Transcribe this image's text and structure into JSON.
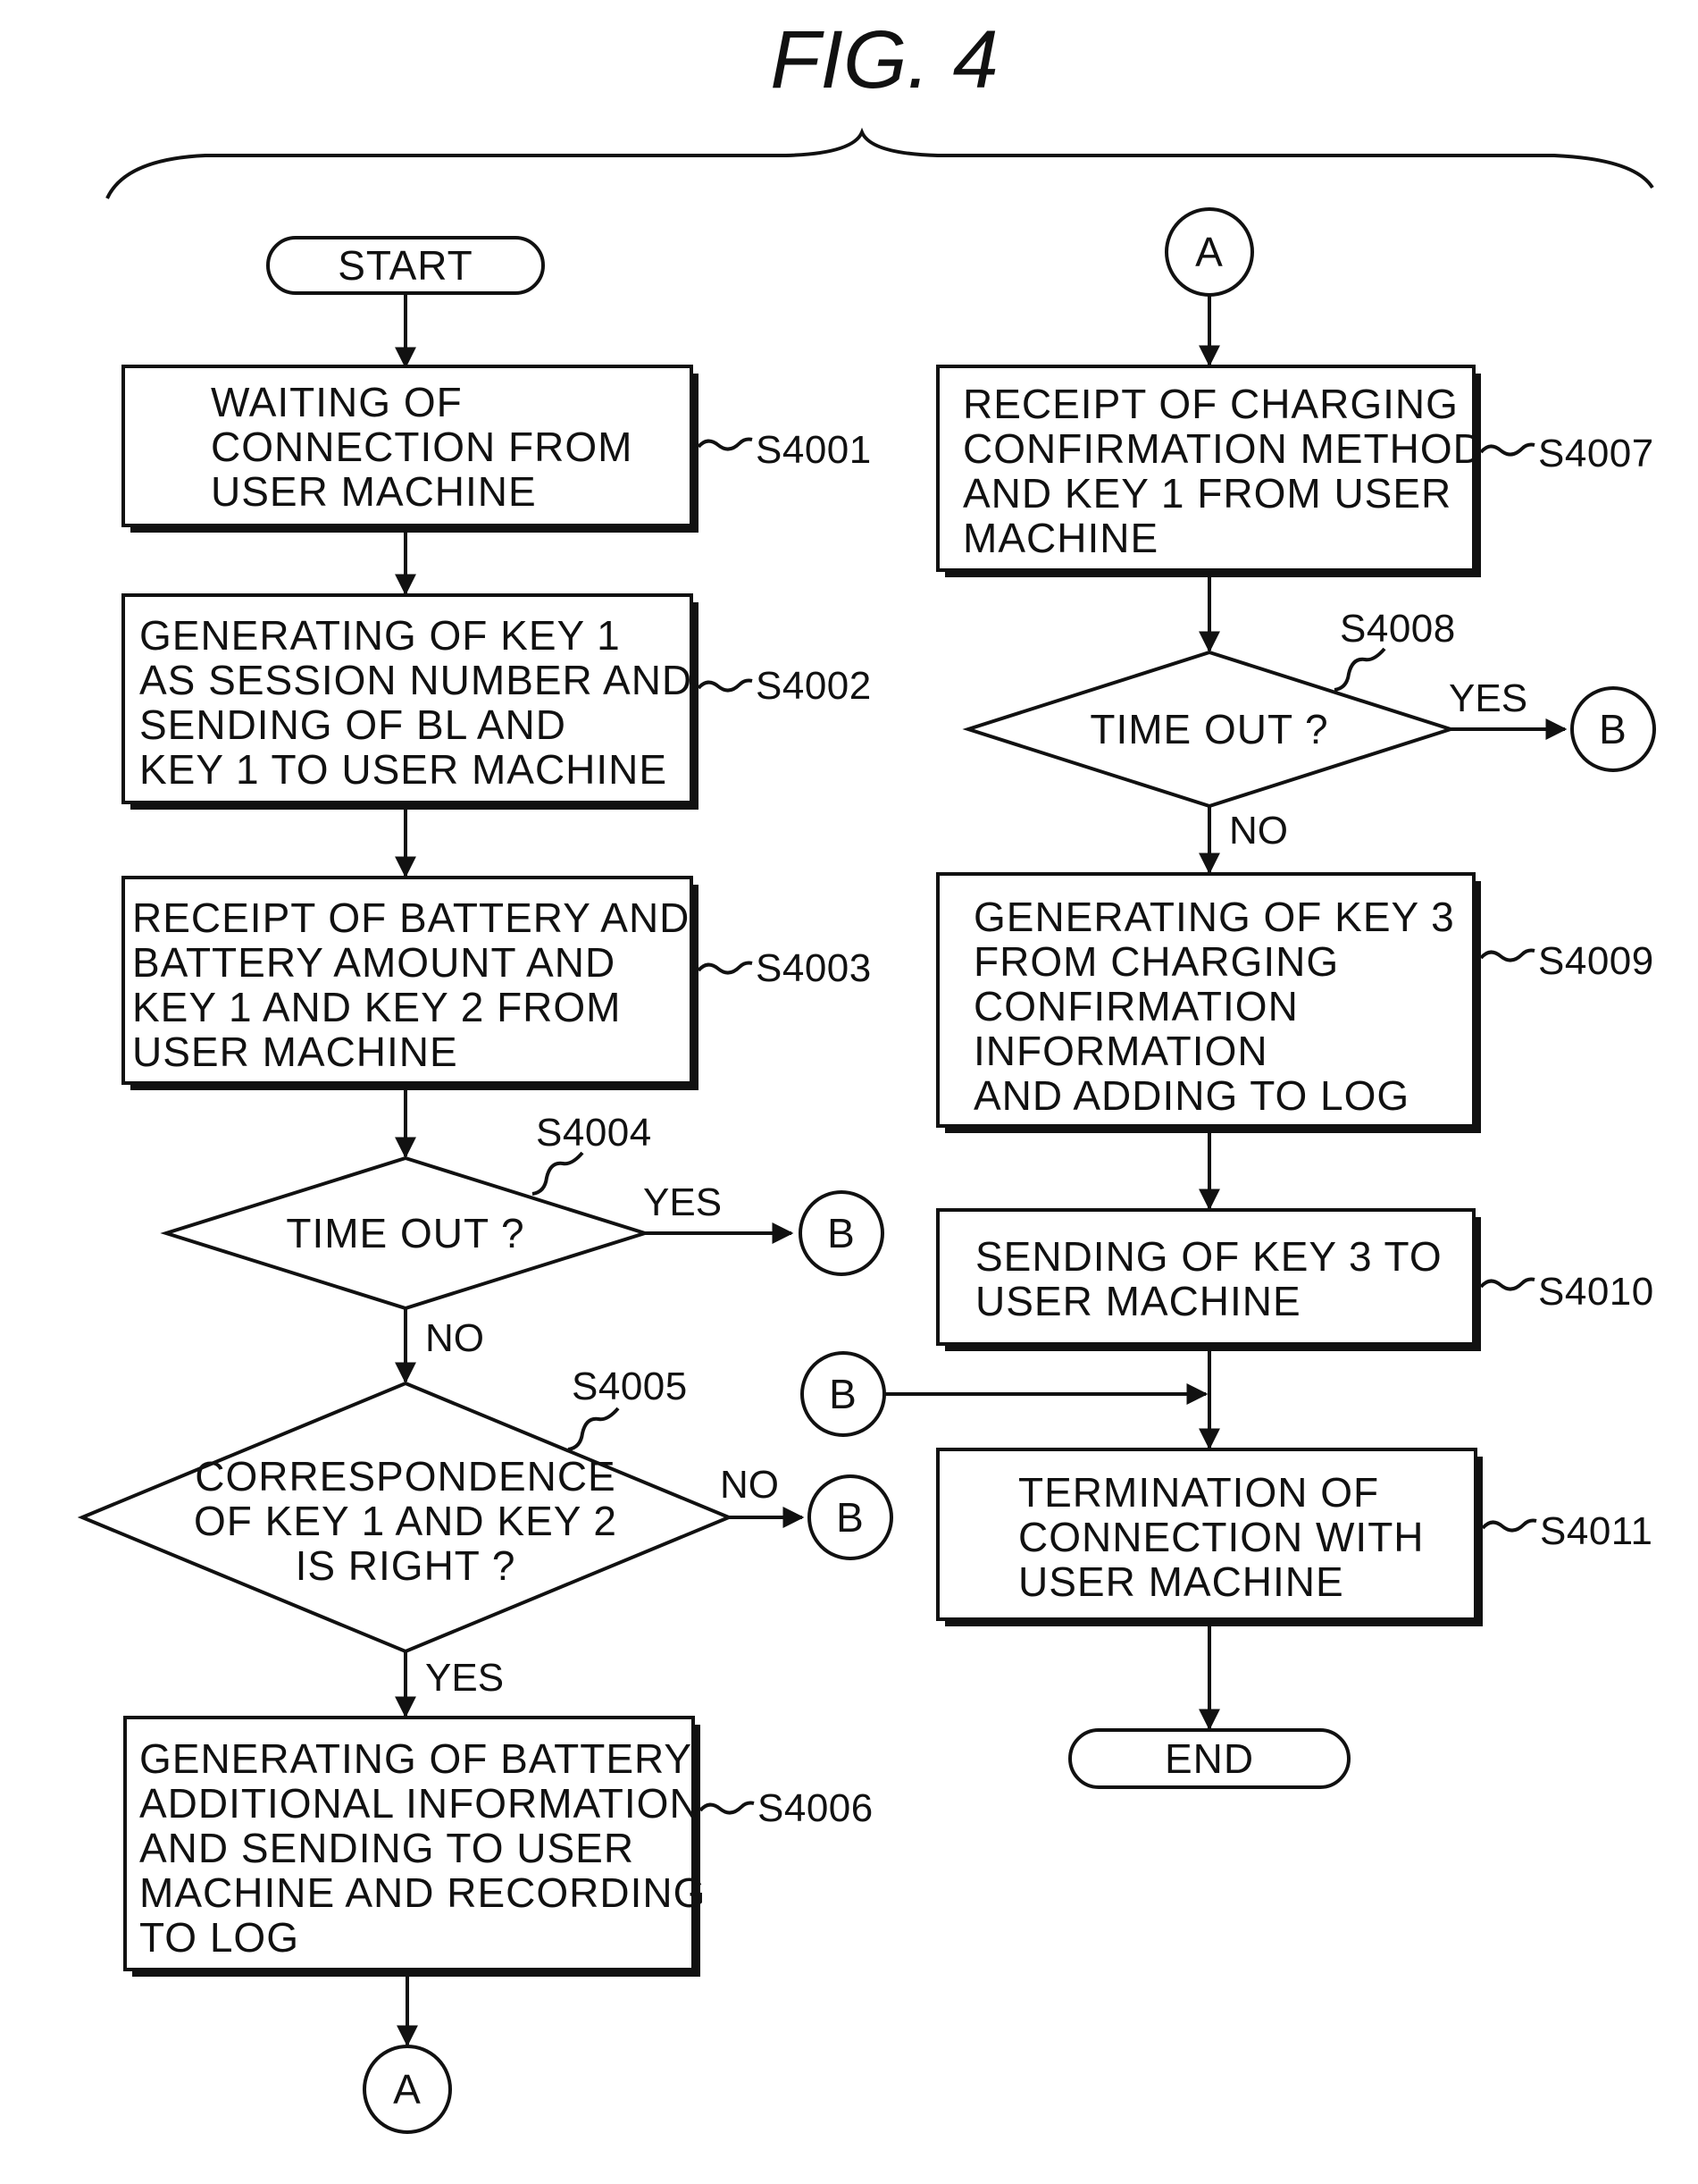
{
  "figure": {
    "title": "FIG.  4"
  },
  "terminals": {
    "start": "START",
    "end": "END"
  },
  "connectors": {
    "a": "A",
    "b": "B"
  },
  "steps": {
    "s4001": {
      "id": "S4001",
      "lines": [
        "WAITING  OF",
        "CONNECTION  FROM",
        "USER  MACHINE"
      ]
    },
    "s4002": {
      "id": "S4002",
      "lines": [
        "GENERATING  OF  KEY 1",
        "AS  SESSION  NUMBER  AND",
        "SENDING  OF  BL  AND",
        "KEY 1  TO  USER  MACHINE"
      ]
    },
    "s4003": {
      "id": "S4003",
      "lines": [
        "RECEIPT  OF  BATTERY  AND",
        "BATTERY  AMOUNT  AND",
        "KEY 1  AND  KEY 2  FROM",
        "USER  MACHINE"
      ]
    },
    "s4004": {
      "id": "S4004",
      "lines": [
        "TIME  OUT ?"
      ],
      "yes": "YES",
      "no": "NO"
    },
    "s4005": {
      "id": "S4005",
      "lines": [
        "CORRESPONDENCE",
        "OF  KEY 1  AND  KEY 2",
        "IS  RIGHT ?"
      ],
      "yes": "YES",
      "no": "NO"
    },
    "s4006": {
      "id": "S4006",
      "lines": [
        "GENERATING  OF  BATTERY",
        "ADDITIONAL  INFORMATION",
        "AND  SENDING  TO  USER",
        "MACHINE  AND  RECORDING",
        "TO  LOG"
      ]
    },
    "s4007": {
      "id": "S4007",
      "lines": [
        "RECEIPT  OF  CHARGING",
        "CONFIRMATION  METHOD",
        "AND  KEY 1  FROM  USER",
        "MACHINE"
      ]
    },
    "s4008": {
      "id": "S4008",
      "lines": [
        "TIME  OUT ?"
      ],
      "yes": "YES",
      "no": "NO"
    },
    "s4009": {
      "id": "S4009",
      "lines": [
        "GENERATING  OF  KEY 3",
        "FROM  CHARGING",
        "CONFIRMATION",
        "INFORMATION",
        "AND  ADDING  TO  LOG"
      ]
    },
    "s4010": {
      "id": "S4010",
      "lines": [
        "SENDING  OF  KEY 3  TO",
        "USER  MACHINE"
      ]
    },
    "s4011": {
      "id": "S4011",
      "lines": [
        "TERMINATION  OF",
        "CONNECTION  WITH",
        "USER  MACHINE"
      ]
    }
  }
}
